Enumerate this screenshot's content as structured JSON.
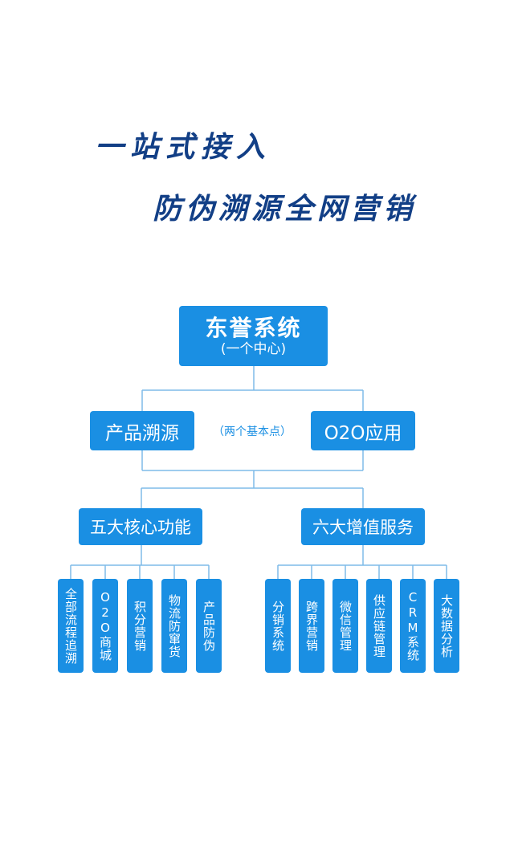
{
  "headline": {
    "line1": "一站式接入",
    "line2": "防伪溯源全网营销"
  },
  "diagram": {
    "root": {
      "title": "东誉系统",
      "subtitle": "(一个中心)"
    },
    "basic_note": "（两个基本点）",
    "basics": [
      "产品溯源",
      "O2O应用"
    ],
    "groups": [
      {
        "label": "五大核心功能",
        "items": [
          "全部流程追溯",
          "O2O商城",
          "积分营销",
          "物流防窜货",
          "产品防伪"
        ]
      },
      {
        "label": "六大增值服务",
        "items": [
          "分销系统",
          "跨界营销",
          "微信管理",
          "供应链管理",
          "CRM系统",
          "大数据分析"
        ]
      }
    ],
    "colors": {
      "node_fill": "#1a8fe3",
      "node_text": "#ffffff",
      "headline": "#123f86",
      "connector": "#7fbbe9"
    }
  }
}
